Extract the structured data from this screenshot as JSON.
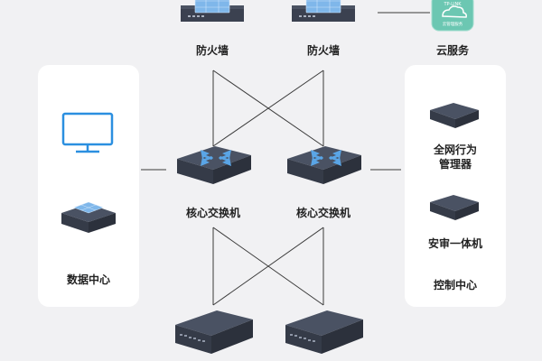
{
  "colors": {
    "background": "#f1f1f3",
    "panel": "#ffffff",
    "link": "#3a3a3a",
    "device_dark": "#3b4150",
    "firewall_blue": "#7fb7ea",
    "router_arrow": "#5aa5e6",
    "monitor_blue": "#2b8fe0",
    "cloud_teal": "#6cc7b2"
  },
  "nodes": {
    "firewall_left": {
      "label": "防火墙",
      "icon": "firewall-icon"
    },
    "firewall_right": {
      "label": "防火墙",
      "icon": "firewall-icon"
    },
    "cloud": {
      "label": "云服务",
      "icon": "cloud-service-icon",
      "badge_lines": [
        "TP-LINK",
        "云管理服务"
      ]
    },
    "core_left": {
      "label": "核心交换机",
      "icon": "core-switch-icon"
    },
    "core_right": {
      "label": "核心交换机",
      "icon": "core-switch-icon"
    },
    "access_left": {
      "label": "",
      "icon": "access-switch-icon"
    },
    "access_right": {
      "label": "",
      "icon": "access-switch-icon"
    }
  },
  "left_panel": {
    "title": "数据中心",
    "items": [
      {
        "icon": "monitor-icon"
      },
      {
        "icon": "server-icon"
      }
    ]
  },
  "right_panel": {
    "title": "控制中心",
    "items": [
      {
        "label_line1": "全网行为",
        "label_line2": "管理器",
        "icon": "behavior-manager-icon"
      },
      {
        "label": "安审一体机",
        "icon": "security-audit-icon"
      }
    ]
  }
}
